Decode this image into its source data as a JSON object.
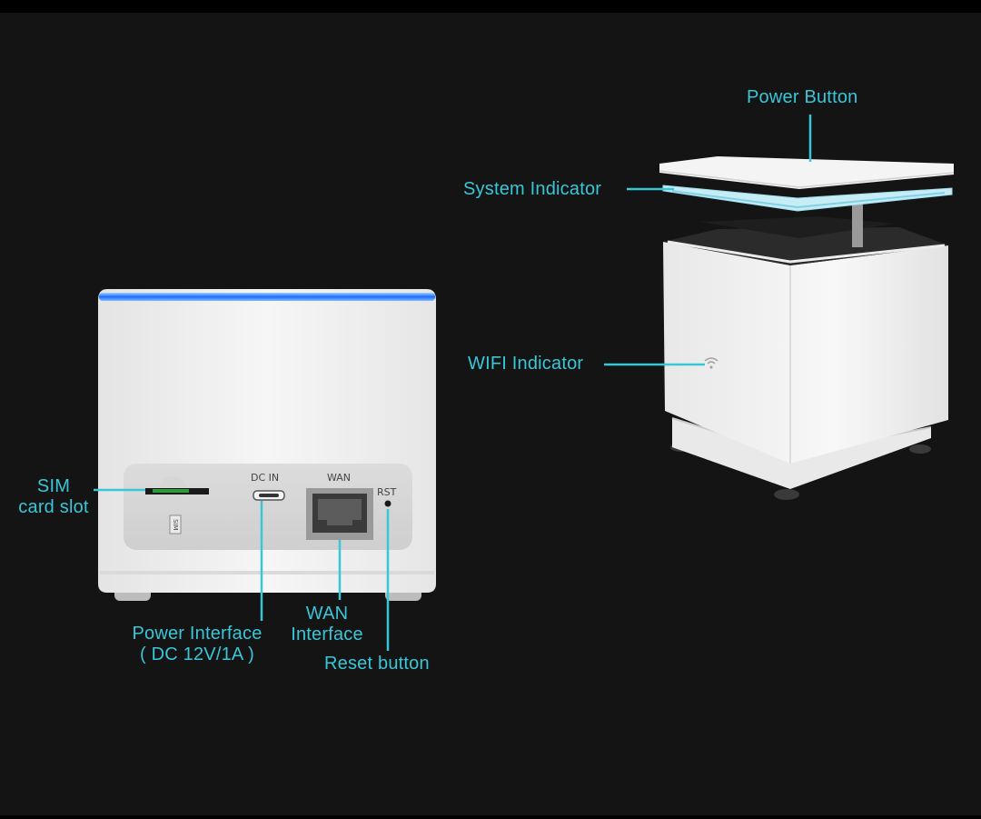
{
  "labels": {
    "power_button": "Power Button",
    "system_indicator": "System Indicator",
    "wifi_indicator": "WIFI Indicator",
    "sim_line1": "SIM",
    "sim_line2": "card slot",
    "power_interface_line1": "Power Interface",
    "power_interface_line2": "( DC 12V/1A )",
    "wan_line1": "WAN",
    "wan_line2": "Interface",
    "reset_button": "Reset button"
  },
  "port_labels": {
    "dc_in": "DC  IN",
    "wan": "WAN",
    "rst": "RST",
    "sim_tag": "SIM"
  },
  "colors": {
    "background": "#141414",
    "annotation": "#39c6d8",
    "led_blue": "#2f7fff",
    "device_white": "#f1f1f1"
  }
}
